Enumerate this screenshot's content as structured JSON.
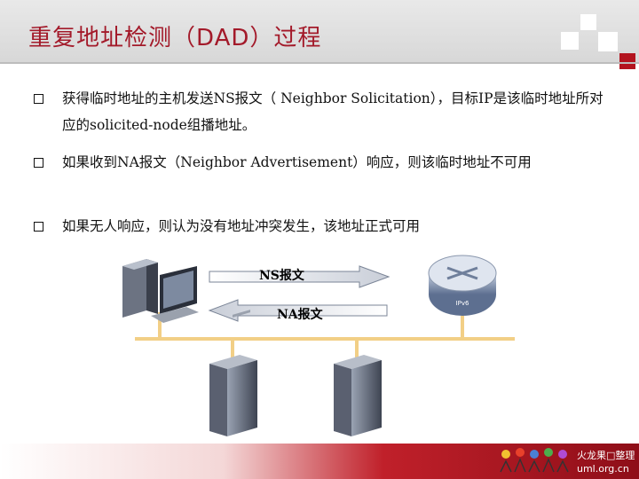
{
  "header": {
    "title": "重复地址检测（DAD）过程"
  },
  "bullets": [
    "获得临时地址的主机发送NS报文（ Neighbor Solicitation），目标IP是该临时地址所对应的solicited-node组播地址。",
    "如果收到NA报文（Neighbor Advertisement）响应，则该临时地址不可用",
    "如果无人响应，则认为没有地址冲突发生，该地址正式可用"
  ],
  "diagram": {
    "ns_label": "NS报文",
    "na_label": "NA报文",
    "router_tag": "IPv6"
  },
  "footer": {
    "brand_line1": "火龙果□整理",
    "brand_line2": "uml.org.cn"
  },
  "colors": {
    "title": "#a31a2a",
    "accent_red": "#b3141f",
    "header_bg": "#e0e0e0",
    "network_line": "#f2cf86"
  }
}
